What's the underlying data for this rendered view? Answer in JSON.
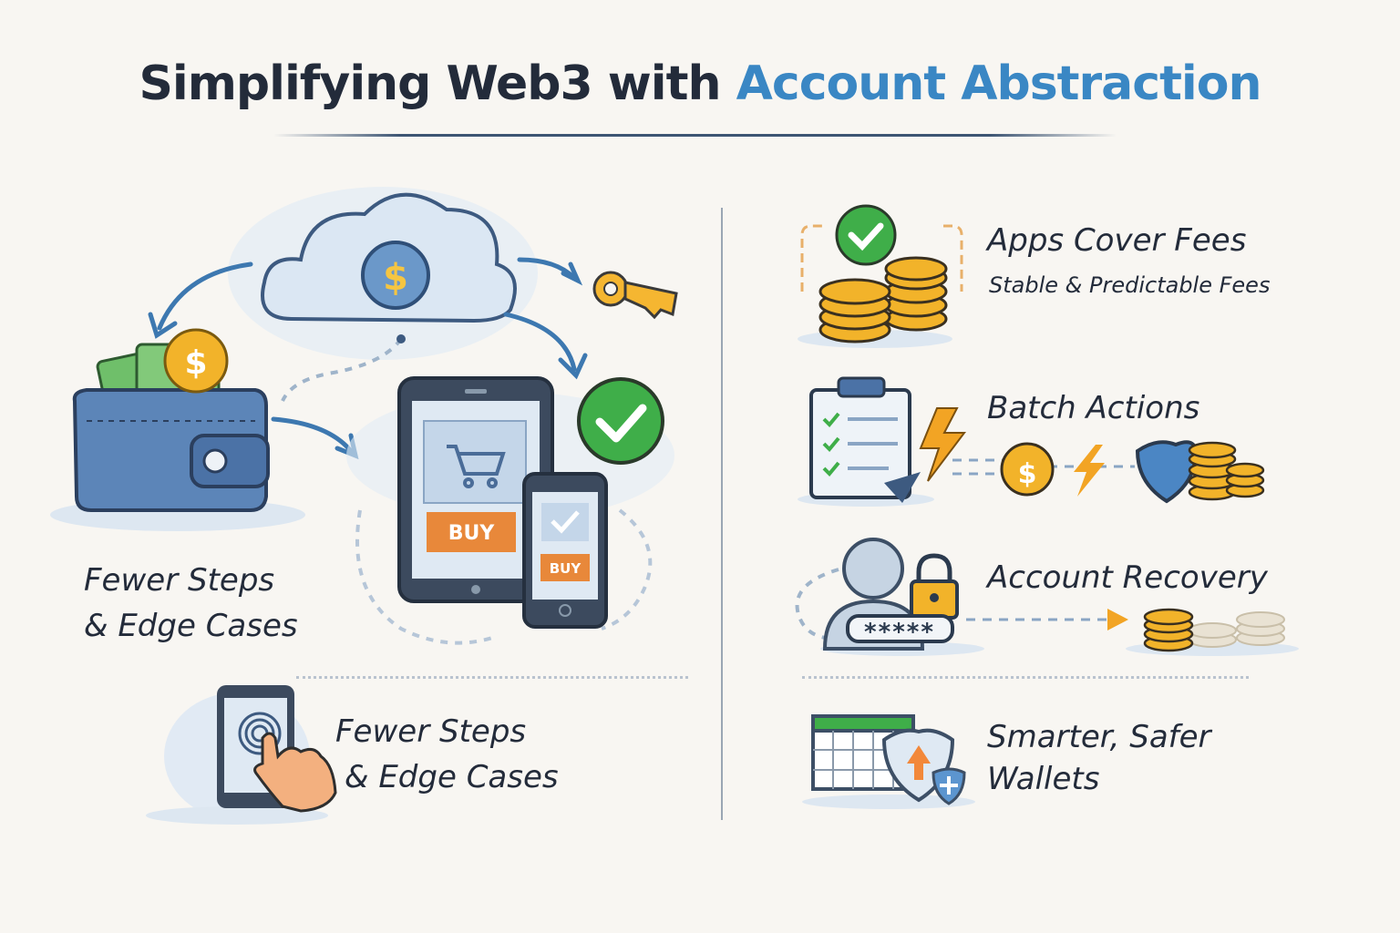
{
  "title": {
    "part1": "Simplifying Web3 with",
    "part2": "Account Abstraction"
  },
  "left": {
    "section1": {
      "line1": "Fewer Steps",
      "line2": "& Edge Cases",
      "buy_tablet": "BUY",
      "buy_phone": "BUY"
    },
    "section2": {
      "line1": "Fewer Steps",
      "line2": "& Edge Cases"
    }
  },
  "right": {
    "items": [
      {
        "title": "Apps Cover Fees",
        "subtitle": "Stable & Predictable Fees"
      },
      {
        "title": "Batch Actions"
      },
      {
        "title": "Account Recovery",
        "password_mask": "*****"
      },
      {
        "title_line1": "Smarter, Safer",
        "title_line2": "Wallets"
      }
    ]
  },
  "colors": {
    "accent": "#3a87c4",
    "text": "#232b3a",
    "green": "#3fae49",
    "gold": "#f2b32a",
    "orange": "#e8883a",
    "background": "#f8f6f2"
  }
}
